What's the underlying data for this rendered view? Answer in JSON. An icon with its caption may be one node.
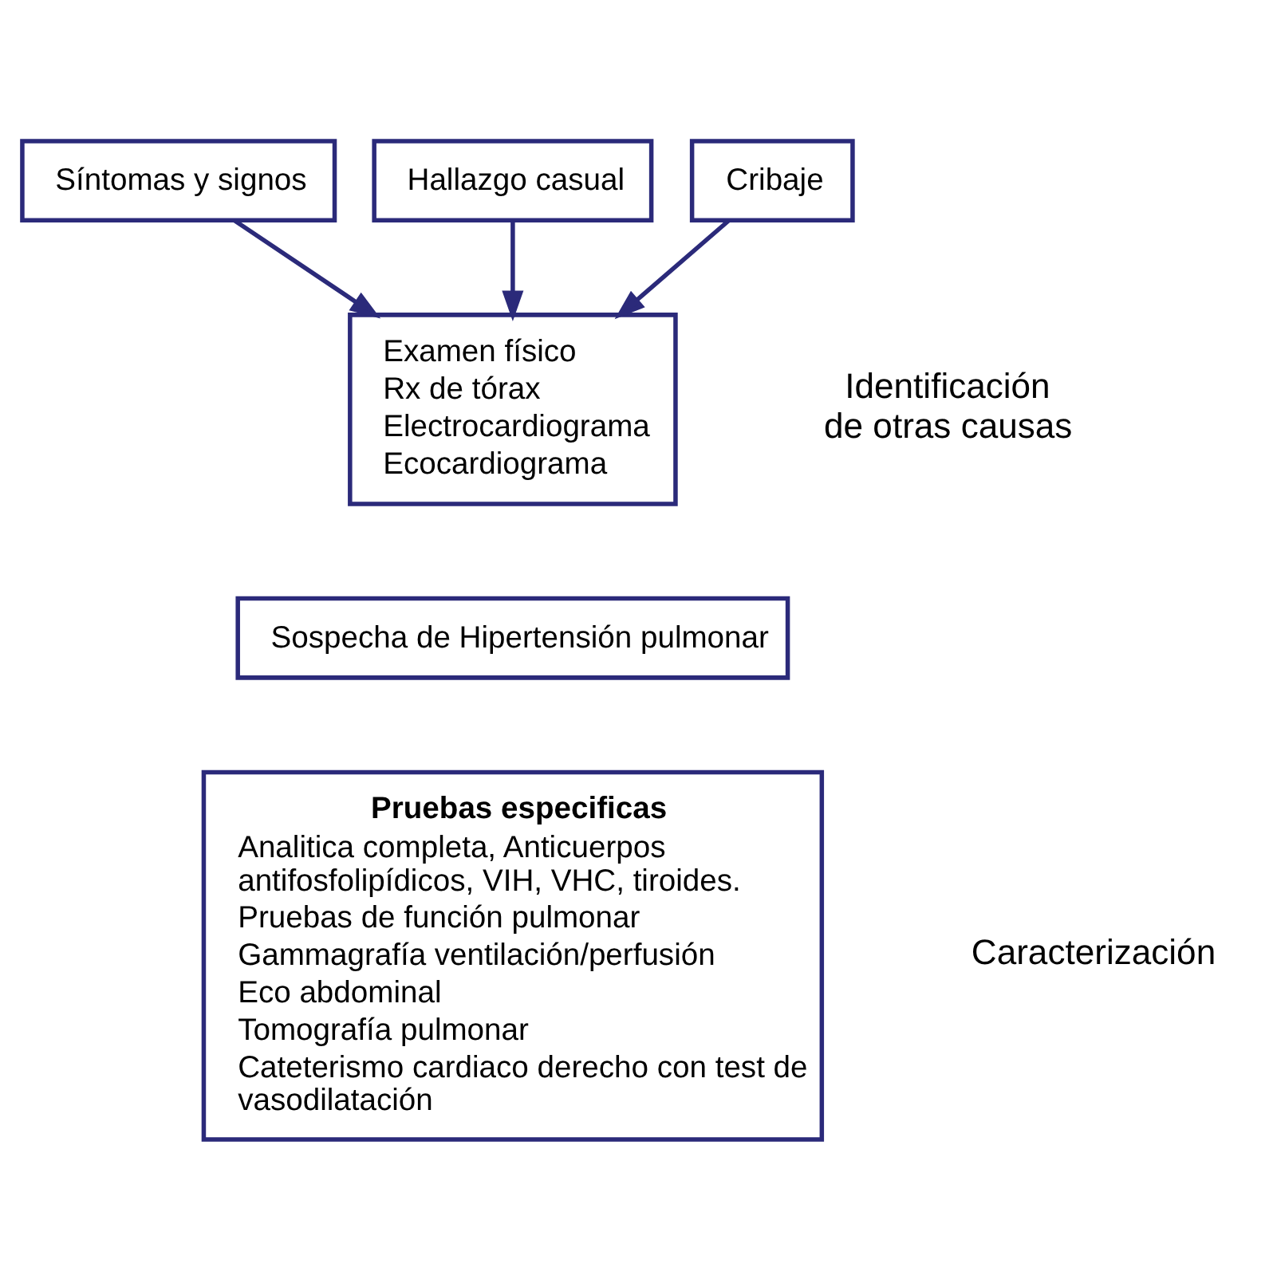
{
  "diagram": {
    "nodes": [
      {
        "text": [
          "Síntomas y signos"
        ]
      },
      {
        "text": [
          "Hallazgo casual"
        ]
      },
      {
        "text": [
          "Cribaje"
        ]
      },
      {
        "text": [
          "Examen físico",
          "Rx de tórax",
          "Electrocardiograma",
          "Ecocardiograma"
        ]
      },
      {
        "text": [
          "Sospecha de Hipertensión pulmonar"
        ]
      },
      {
        "text": [
          "Pruebas especificas",
          "Analitica completa, Anticuerpos antifosfolipídicos, VIH, VHC, tiroides.",
          "Pruebas de función pulmonar",
          "Gammagrafía ventilación/perfusión",
          "Eco abdominal",
          "Tomografía pulmonar",
          "Cateterismo cardiaco derecho con test de vasodilatación"
        ]
      }
    ],
    "edges": [
      {
        "from": 0,
        "to": 3,
        "arrow": "to"
      },
      {
        "from": 1,
        "to": 3,
        "arrow": "to"
      },
      {
        "from": 2,
        "to": 3,
        "arrow": "to"
      }
    ],
    "labels": [
      "Identificación de otras causas",
      "Caracterización"
    ]
  }
}
